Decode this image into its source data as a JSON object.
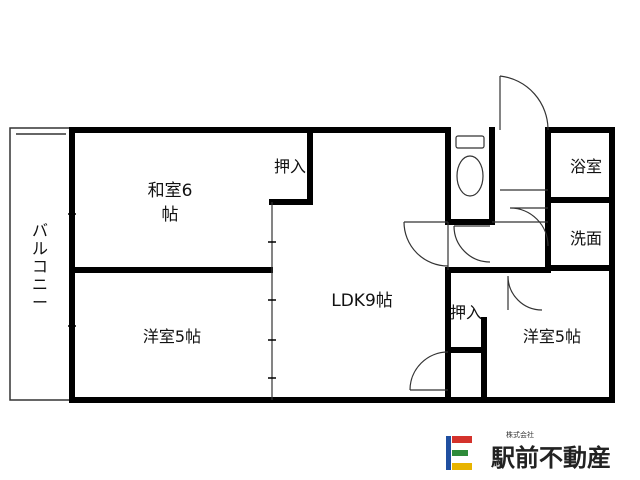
{
  "rooms": {
    "washitsu_line1": "和室6",
    "washitsu_line2": "帖",
    "oshiire_top": "押入",
    "ldk": "LDK9帖",
    "yoshitsu_left": "洋室5帖",
    "oshiire_right": "押入",
    "yoshitsu_right": "洋室5帖",
    "bath": "浴室",
    "washroom": "洗面"
  },
  "balcony": {
    "chars": [
      "バ",
      "ル",
      "コ",
      "ニ",
      "ー"
    ]
  },
  "brand": {
    "company_type": "株式会社",
    "name": "駅前不動産",
    "logo_colors": {
      "blue": "#1f4fa0",
      "red": "#d4322c",
      "green": "#2e8b3a",
      "yellow": "#e8b400"
    }
  }
}
